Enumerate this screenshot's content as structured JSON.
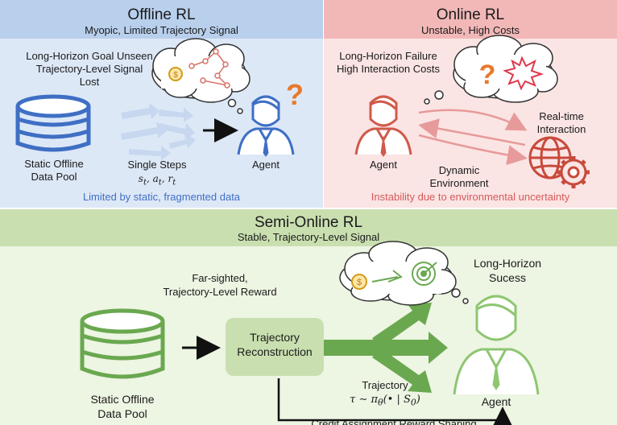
{
  "offline": {
    "title": "Offline RL",
    "subtitle": "Myopic, Limited Trajectory Signal",
    "note_line1": "Long-Horizon Goal Unseen",
    "note_line2": "Trajectory-Level Signal",
    "note_line3": "Lost",
    "pool_line1": "Static Offline",
    "pool_line2": "Data Pool",
    "steps_label": "Single Steps",
    "steps_vars": "s",
    "agent_label": "Agent",
    "footer": "Limited by static, fragmented data",
    "question_mark": "?"
  },
  "online": {
    "title": "Online RL",
    "subtitle": "Unstable, High Costs",
    "note_line1": "Long-Horizon Failure",
    "note_line2": "High Interaction Costs",
    "interaction_line1": "Real-time",
    "interaction_line2": "Interaction",
    "agent_label": "Agent",
    "env_line1": "Dynamic",
    "env_line2": "Environment",
    "footer": "Instability due to environmental uncertainty",
    "question_mark": "?"
  },
  "semi": {
    "title": "Semi-Online RL",
    "subtitle": "Stable, Trajectory-Level Signal",
    "reward_line1": "Far-sighted,",
    "reward_line2": "Trajectory-Level Reward",
    "recon_line1": "Trajectory",
    "recon_line2": "Reconstruction",
    "success_line1": "Long-Horizon",
    "success_line2": "Sucess",
    "pool_line1": "Static Offline",
    "pool_line2": "Data Pool",
    "traj_label": "Trajectory",
    "traj_formula": "τ ∼ π",
    "agent_label": "Agent",
    "bottom_caption": "Credit Assignment Reward Shaping"
  },
  "colors": {
    "offline_bg": "#dde8f7",
    "offline_header": "#b9d0ed",
    "offline_accent": "#3f6fc4",
    "online_bg": "#fbe4e4",
    "online_header": "#f2b8b8",
    "online_accent": "#c84a3a",
    "semi_bg": "#edf5e3",
    "semi_header": "#c9dfb0",
    "semi_accent": "#6aa84f",
    "question": "#e8792a"
  },
  "icons": [
    "database-icon",
    "agent-icon",
    "thought-cloud-icon",
    "coin-icon",
    "globe-gear-icon",
    "target-icon",
    "explosion-icon",
    "question-icon",
    "branch-arrow-icon"
  ]
}
